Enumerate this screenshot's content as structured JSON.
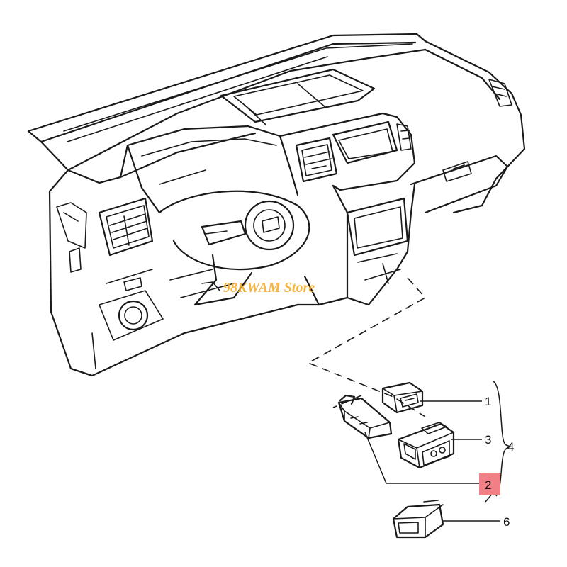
{
  "watermark": "98KWAM Store",
  "callouts": {
    "c1": "1",
    "c2": "2",
    "c3": "3",
    "c4": "4",
    "c6": "6"
  },
  "highlight_color": "#f07f86"
}
